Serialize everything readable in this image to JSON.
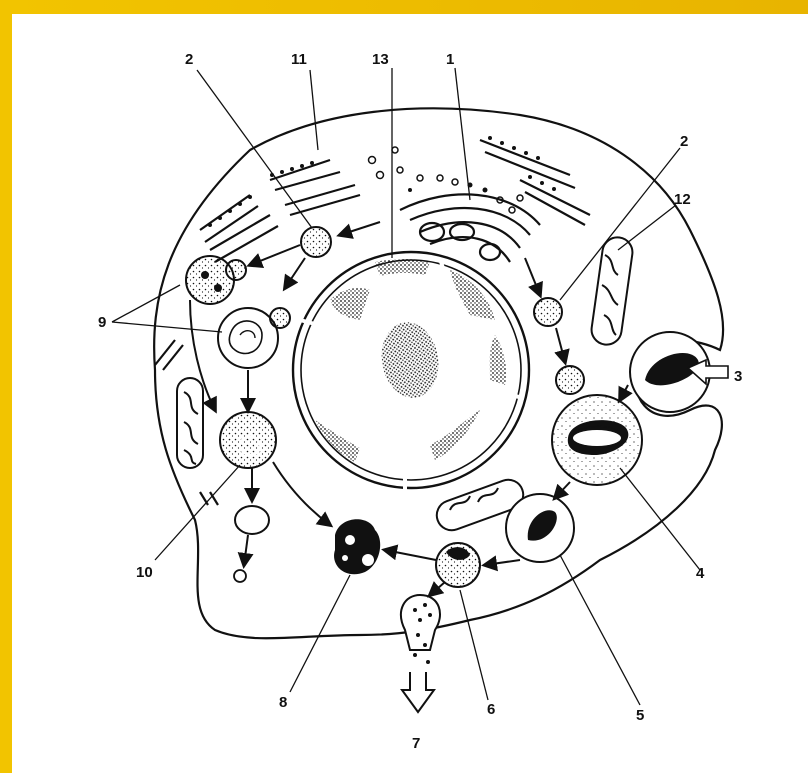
{
  "diagram": {
    "labels": {
      "l1": "1",
      "l2a": "2",
      "l2b": "2",
      "l3": "3",
      "l4": "4",
      "l5": "5",
      "l6": "6",
      "l7": "7",
      "l8": "8",
      "l9": "9",
      "l10": "10",
      "l11": "11",
      "l12": "12",
      "l13": "13"
    },
    "colors": {
      "frame": "#f2c400",
      "background": "#ffffff",
      "ink": "#111111"
    }
  }
}
